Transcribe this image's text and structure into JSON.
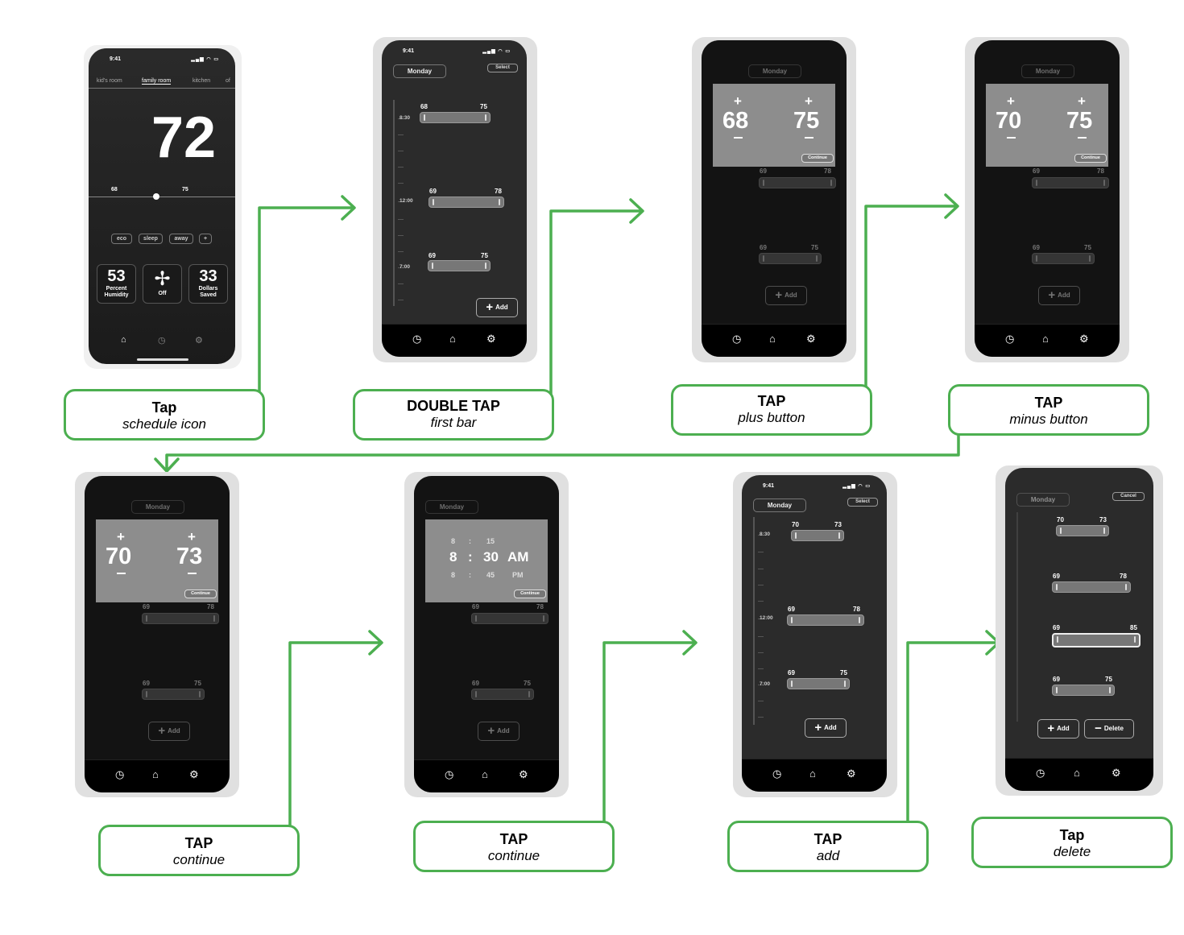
{
  "status_time": "9:41",
  "nav_icons": [
    "clock-icon",
    "home-icon",
    "gear-icon"
  ],
  "screen1": {
    "tabs": [
      "kid's room",
      "family room",
      "kitchen",
      "of"
    ],
    "temperature": "72",
    "range_low": "68",
    "range_high": "75",
    "modes": [
      "eco",
      "sleep",
      "away",
      "+"
    ],
    "humidity_value": "53",
    "humidity_label_1": "Percent",
    "humidity_label_2": "Humidity",
    "fan_label": "Off",
    "dollars_value": "33",
    "dollars_label_1": "Dollars",
    "dollars_label_2": "Saved"
  },
  "schedule": {
    "day": "Monday",
    "select_label": "Select",
    "cancel_label": "Cancel",
    "continue_label": "Continue",
    "add_label": "Add",
    "delete_label": "Delete",
    "time_labels": [
      "8:30",
      "12:00",
      "7:00"
    ],
    "bars": [
      {
        "low": "68",
        "high": "75"
      },
      {
        "low": "69",
        "high": "78"
      },
      {
        "low": "69",
        "high": "75"
      }
    ]
  },
  "screen3": {
    "low": "68",
    "high": "75"
  },
  "screen4": {
    "low": "70",
    "high": "75"
  },
  "screen5": {
    "low": "70",
    "high": "73"
  },
  "screen6": {
    "time_prev_hour": "8",
    "time_prev_min": "15",
    "hour": "8",
    "minute": "30",
    "ampm": "AM",
    "time_next_hour": "8",
    "time_next_min": "45",
    "ampm_alt": "PM",
    "sep": ":"
  },
  "screen7": {
    "time_labels": [
      "8:30",
      "12:00",
      "7:00"
    ],
    "bars": [
      {
        "low": "70",
        "high": "73"
      },
      {
        "low": "69",
        "high": "78"
      },
      {
        "low": "69",
        "high": "75"
      }
    ]
  },
  "screen8": {
    "bars": [
      {
        "low": "70",
        "high": "73"
      },
      {
        "low": "69",
        "high": "78"
      },
      {
        "low": "69",
        "high": "85"
      },
      {
        "low": "69",
        "high": "75"
      }
    ]
  },
  "callouts": [
    {
      "action": "Tap",
      "target": "schedule icon"
    },
    {
      "action": "DOUBLE TAP",
      "target": "first bar"
    },
    {
      "action": "TAP",
      "target": "plus button"
    },
    {
      "action": "TAP",
      "target": "minus button"
    },
    {
      "action": "TAP",
      "target": "continue"
    },
    {
      "action": "TAP",
      "target": "continue"
    },
    {
      "action": "TAP",
      "target": "add"
    },
    {
      "action": "Tap",
      "target": "delete"
    }
  ],
  "colors": {
    "accent": "#4caf50",
    "phone_bg": "#151515",
    "popup": "#8d8d8d"
  }
}
